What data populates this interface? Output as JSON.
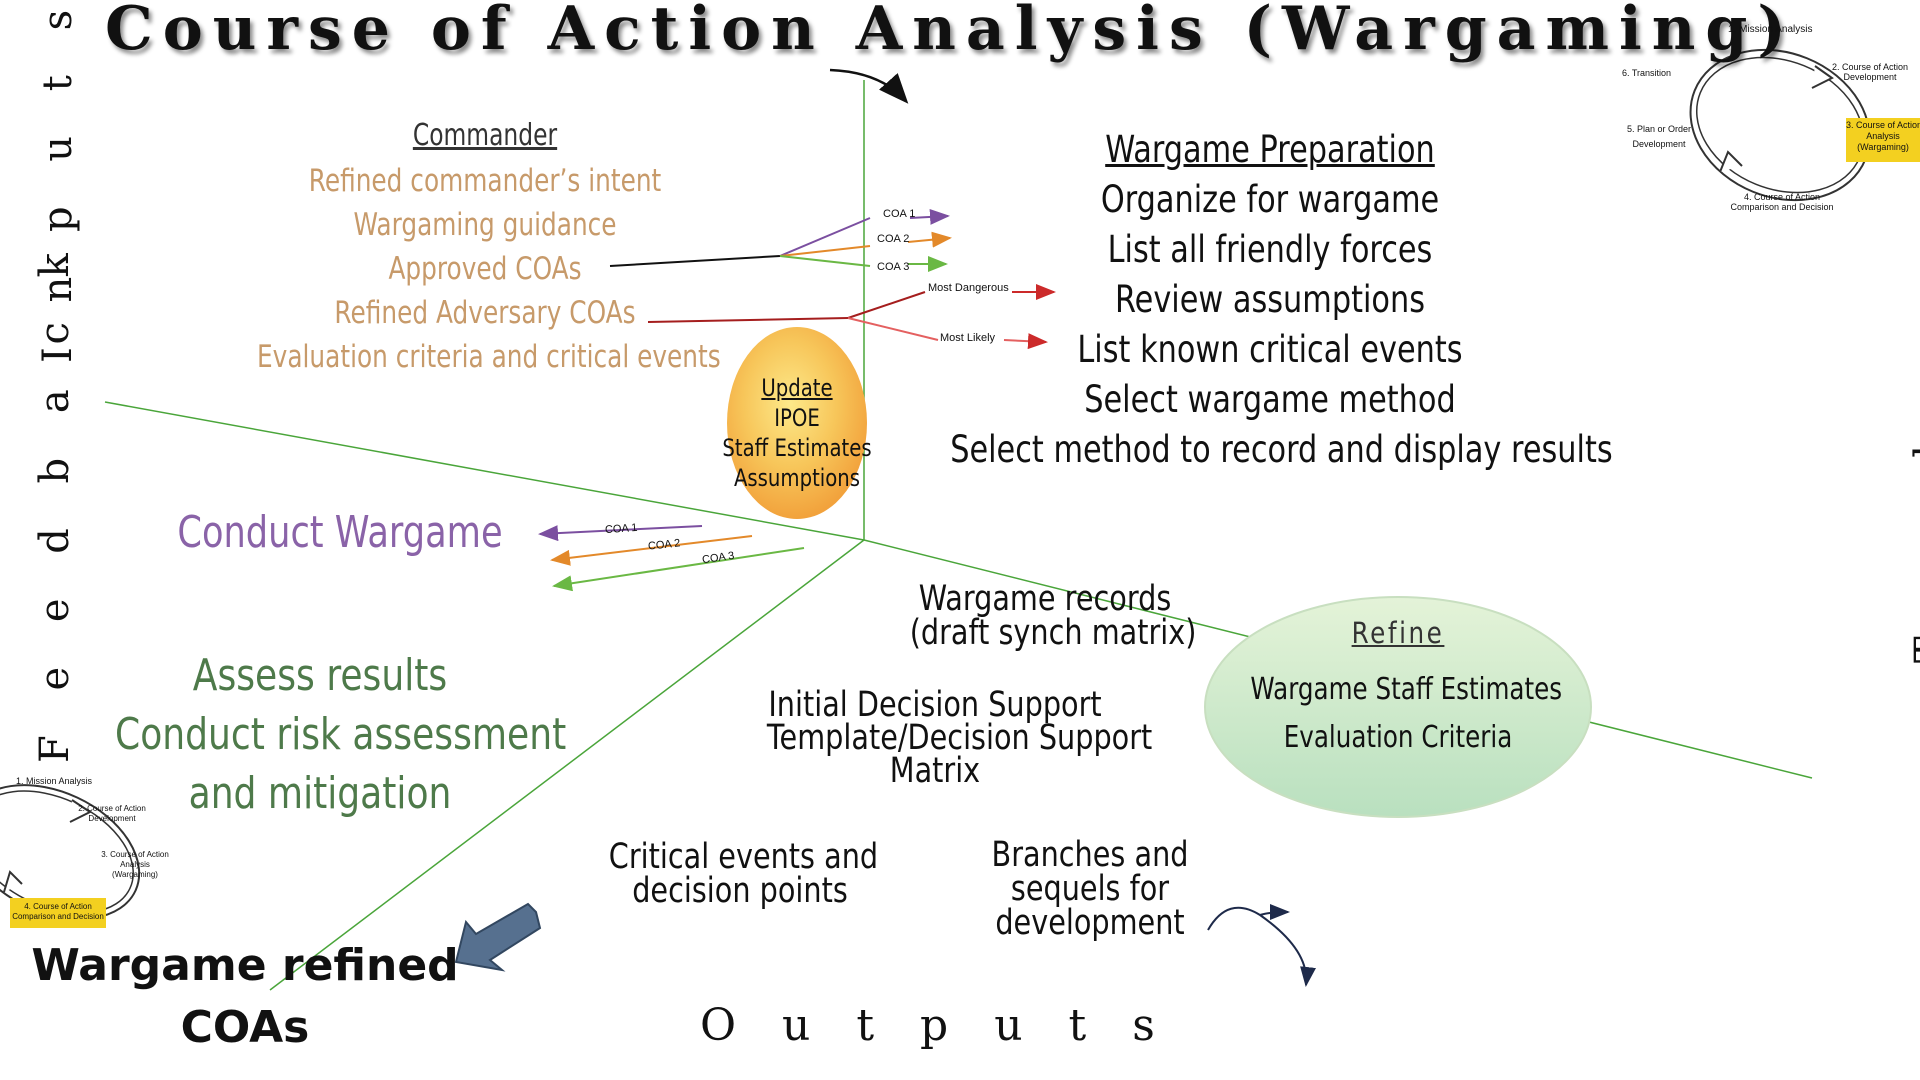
{
  "title": "Course of Action Analysis (Wargaming)",
  "side_labels": {
    "inputs": "I n p u t s",
    "feedback": "F e e d b a c k",
    "tasks": "T a s k s",
    "outputs": "O u t p u t s"
  },
  "commander": {
    "heading": "Commander",
    "items": [
      "Refined commander’s intent",
      "Wargaming guidance",
      "Approved COAs",
      "Refined Adversary COAs",
      "Evaluation criteria and critical events"
    ]
  },
  "update_ellipse": {
    "heading": "Update",
    "items": [
      "IPOE",
      "Staff Estimates",
      "Assumptions"
    ]
  },
  "coa_arrows_top": [
    "COA 1",
    "COA 2",
    "COA 3"
  ],
  "adversary_arrows": [
    "Most Dangerous",
    "Most Likely"
  ],
  "preparation": {
    "heading": "Wargame Preparation",
    "items": [
      "Organize for wargame",
      "List all friendly forces",
      "Review assumptions",
      "List known critical events",
      "Select wargame method",
      "Select method to record and display results"
    ]
  },
  "conduct": {
    "label": "Conduct Wargame",
    "coa_arrows": [
      "COA 1",
      "COA 2",
      "COA 3"
    ]
  },
  "assess_lines": [
    "Assess results",
    "Conduct risk assessment",
    "and mitigation"
  ],
  "outputs": {
    "records": [
      "Wargame records",
      "(draft synch matrix)"
    ],
    "decision_support": [
      "Initial Decision Support",
      "Template/Decision Support",
      "Matrix"
    ],
    "critical_events": [
      "Critical events and",
      "decision points"
    ],
    "branches": [
      "Branches and",
      "sequels for",
      "development"
    ]
  },
  "refine_ellipse": {
    "heading": "Refine",
    "items": [
      "Wargame Staff Estimates",
      "Evaluation Criteria"
    ]
  },
  "result": {
    "line1": "Wargame refined",
    "line2": "COAs"
  },
  "cycle_top": {
    "steps": [
      "1. Mission Analysis",
      "2. Course of Action",
      "Development",
      "3. Course of Action",
      "Analysis",
      "(Wargaming)",
      "4. Course of Action",
      "Comparison and Decision",
      "5. Plan or Order",
      "Development",
      "6. Transition"
    ]
  },
  "cycle_left": {
    "steps": [
      "1. Mission Analysis",
      "2. Course of Action",
      "Development",
      "3. Course of Action",
      "Analysis",
      "(Wargaming)",
      "4. Course of Action",
      "Comparison and Decision"
    ]
  },
  "colors": {
    "purple": "#7b4fa0",
    "orange": "#e3892a",
    "green": "#6ab844",
    "red": "#cc2a2a",
    "dark_red": "#a51e1e",
    "axis_green": "#4aa53a",
    "highlight_yellow": "#f3d020",
    "commander_text": "#c79a6a",
    "assess_text": "#4e7a4a",
    "conduct_text": "#8a63a8"
  }
}
